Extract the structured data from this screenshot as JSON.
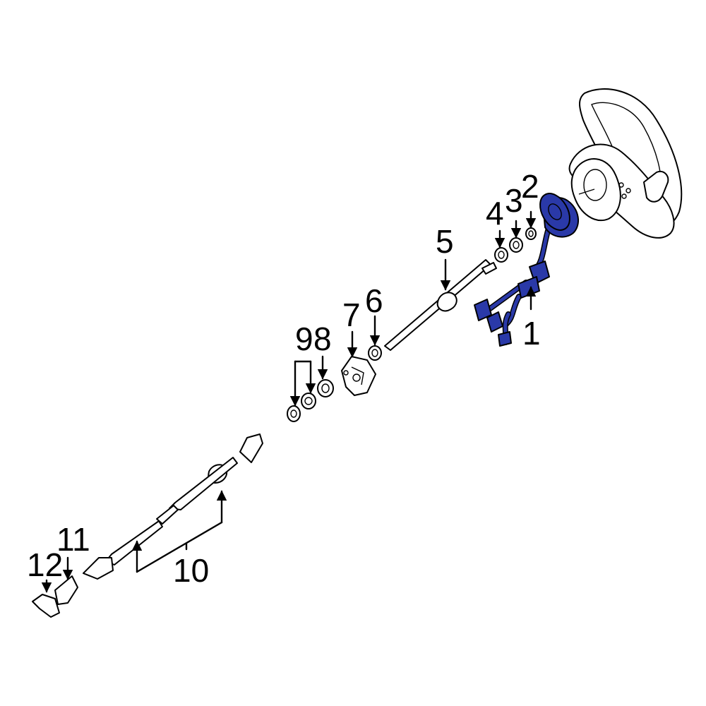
{
  "colors": {
    "highlight": "#2a39a8",
    "line": "#000000",
    "background": "#ffffff"
  },
  "callouts": [
    {
      "id": "1",
      "label": "1"
    },
    {
      "id": "2",
      "label": "2"
    },
    {
      "id": "3",
      "label": "3"
    },
    {
      "id": "4",
      "label": "4"
    },
    {
      "id": "5",
      "label": "5"
    },
    {
      "id": "6",
      "label": "6"
    },
    {
      "id": "7",
      "label": "7"
    },
    {
      "id": "8",
      "label": "8"
    },
    {
      "id": "9",
      "label": "9"
    },
    {
      "id": "10",
      "label": "10"
    },
    {
      "id": "11",
      "label": "11"
    },
    {
      "id": "12",
      "label": "12"
    }
  ]
}
